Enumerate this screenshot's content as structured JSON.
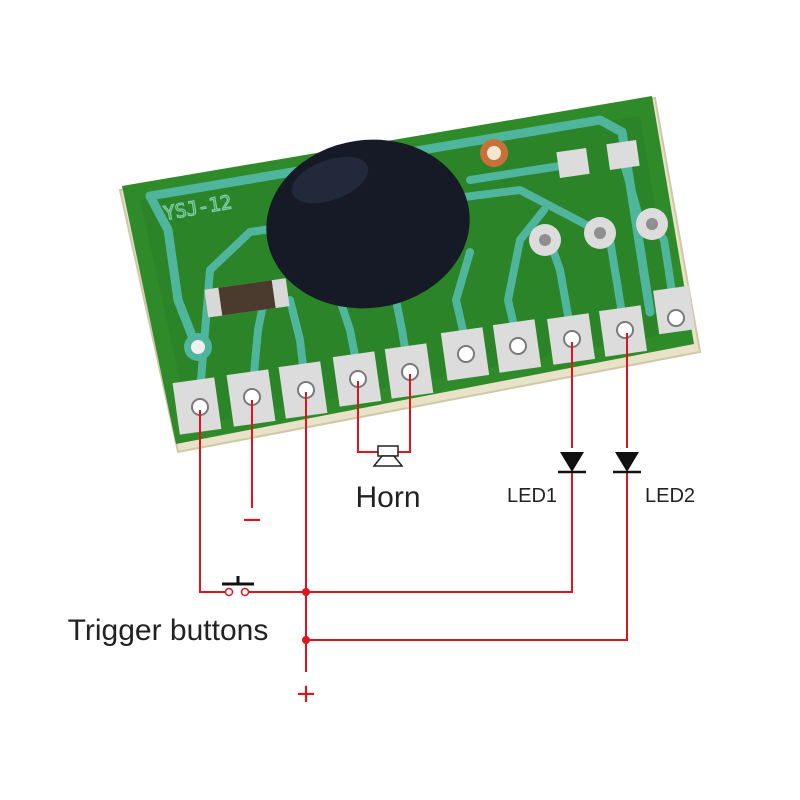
{
  "board": {
    "silkscreen": "YSJ-12",
    "colors": {
      "substrate": "#2f8a2a",
      "substrate_dark": "#1f6a1e",
      "copper_trace": "#4fb59c",
      "pad": "#dcdcdc",
      "copper_ring": "#c8703a",
      "epoxy_blob": "#151a26",
      "board_edge": "#e8e2c8"
    }
  },
  "labels": {
    "horn": "Horn",
    "led1": "LED1",
    "led2": "LED2",
    "trigger": "Trigger buttons",
    "minus": "−",
    "plus": "+"
  },
  "wire_color": "#e0141e"
}
